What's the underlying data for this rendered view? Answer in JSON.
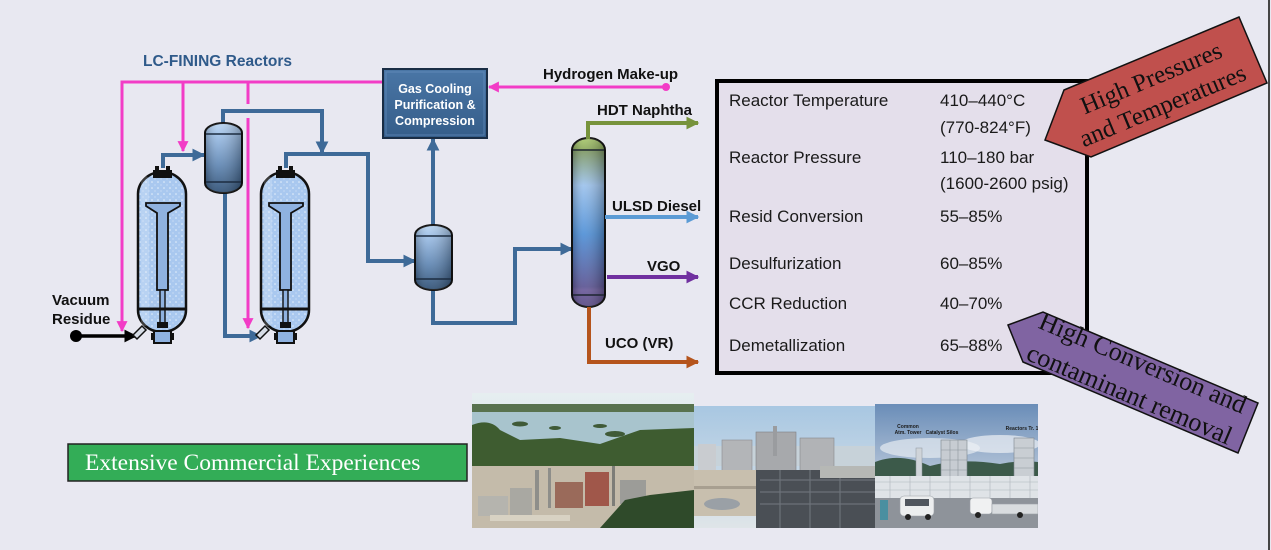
{
  "diagram": {
    "title": "LC-FINING Reactors",
    "feed": {
      "line1": "Vacuum",
      "line2": "Residue"
    },
    "gas_unit": {
      "line1": "Gas Cooling",
      "line2": "Purification &",
      "line3": "Compression"
    },
    "hydrogen_makeup": "Hydrogen Make-up",
    "products": {
      "naphtha": "HDT Naphtha",
      "diesel": "ULSD Diesel",
      "vgo": "VGO",
      "uco": "UCO (VR)"
    },
    "colors": {
      "title": "#2f5a8a",
      "hydrogen_line": "#f23cc6",
      "process_line": "#3e6a98",
      "feed_line": "#000000",
      "naphtha": "#77933c",
      "diesel": "#5b9bd5",
      "vgo": "#7030a0",
      "uco": "#b5541c"
    }
  },
  "conditions_table": {
    "rows": [
      {
        "parameter": "Reactor Temperature",
        "value": "410–440°C",
        "value_note": "(770-824°F)"
      },
      {
        "parameter": "Reactor Pressure",
        "value": "110–180 bar",
        "value_note": "(1600-2600 psig)"
      },
      {
        "parameter": "Resid Conversion",
        "value": "55–85%"
      },
      {
        "parameter": "Desulfurization",
        "value": "60–85%"
      },
      {
        "parameter": "CCR Reduction",
        "value": "40–70%"
      },
      {
        "parameter": "Demetallization",
        "value": "65–88%"
      }
    ]
  },
  "callouts": {
    "pressure": {
      "line1": "High Pressures",
      "line2": "and Temperatures",
      "color": "#c0504d"
    },
    "conversion": {
      "line1": "High Conversion and",
      "line2": "contaminant removal",
      "color": "#8064a2"
    }
  },
  "banner": {
    "text": "Extensive Commercial Experiences",
    "color": "#33ad57"
  },
  "photos": {
    "plant_3_labels": {
      "common_1": "Common",
      "common_2": "Atm. Tower",
      "catalyst": "Catalyst Silos",
      "reactors": "Reactors Tr. 1"
    }
  }
}
